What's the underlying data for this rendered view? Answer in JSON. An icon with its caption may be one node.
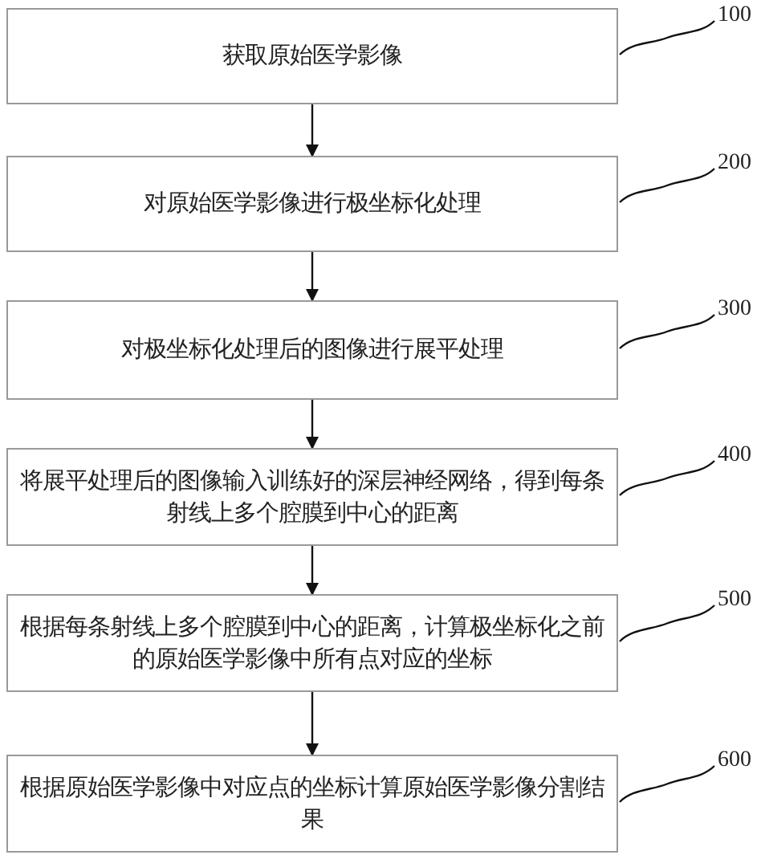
{
  "diagram": {
    "nodes": [
      {
        "text": [
          "获取原始医学影像"
        ]
      },
      {
        "text": [
          "对原始医学影像进行极坐标化处理"
        ]
      },
      {
        "text": [
          "对极坐标化处理后的图像进行展平处理"
        ]
      },
      {
        "text": [
          "将展平处理后的图像输入训练好的深层神经网络，得到每条射线上多个腔膜到中心的距离"
        ]
      },
      {
        "text": [
          "根据每条射线上多个腔膜到中心的距离，计算极坐标化之前的原始医学影像中所有点对应的坐标"
        ]
      },
      {
        "text": [
          "根据原始医学影像中对应点的坐标计算原始医学影像分割结果"
        ]
      },
      {
        "text": [
          "100"
        ]
      },
      {
        "text": [
          "200"
        ]
      },
      {
        "text": [
          "300"
        ]
      },
      {
        "text": [
          "400"
        ]
      },
      {
        "text": [
          "500"
        ]
      },
      {
        "text": [
          "600"
        ]
      }
    ],
    "edges": [
      {
        "from": 0,
        "to": 1,
        "arrow": "to"
      },
      {
        "from": 1,
        "to": 2,
        "arrow": "to"
      },
      {
        "from": 2,
        "to": 3,
        "arrow": "to"
      },
      {
        "from": 3,
        "to": 4,
        "arrow": "to"
      },
      {
        "from": 4,
        "to": 5,
        "arrow": "to"
      },
      {
        "from": 6,
        "to": 0,
        "arrow": "none"
      },
      {
        "from": 7,
        "to": 1,
        "arrow": "none"
      },
      {
        "from": 8,
        "to": 2,
        "arrow": "none"
      },
      {
        "from": 9,
        "to": 3,
        "arrow": "none"
      },
      {
        "from": 10,
        "to": 4,
        "arrow": "none"
      },
      {
        "from": 11,
        "to": 5,
        "arrow": "none"
      }
    ]
  }
}
